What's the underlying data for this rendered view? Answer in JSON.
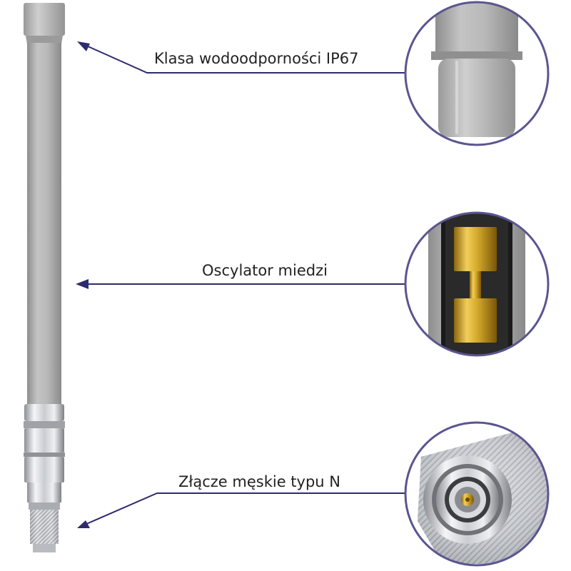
{
  "callouts": {
    "waterproof": {
      "label": "Klasa wodoodporności IP67",
      "icon": "antenna-cap-icon"
    },
    "oscillator": {
      "label": "Oscylator miedzi",
      "icon": "copper-oscillator-icon"
    },
    "connector": {
      "label": "Złącze męskie typu N",
      "icon": "n-type-connector-icon"
    }
  },
  "colors": {
    "callout_line": "#2e2a6e",
    "circle_border": "#5a5590",
    "fiberglass": "#b9b9b9",
    "copper": "#c9a227",
    "chrome": "#d4d6da"
  }
}
